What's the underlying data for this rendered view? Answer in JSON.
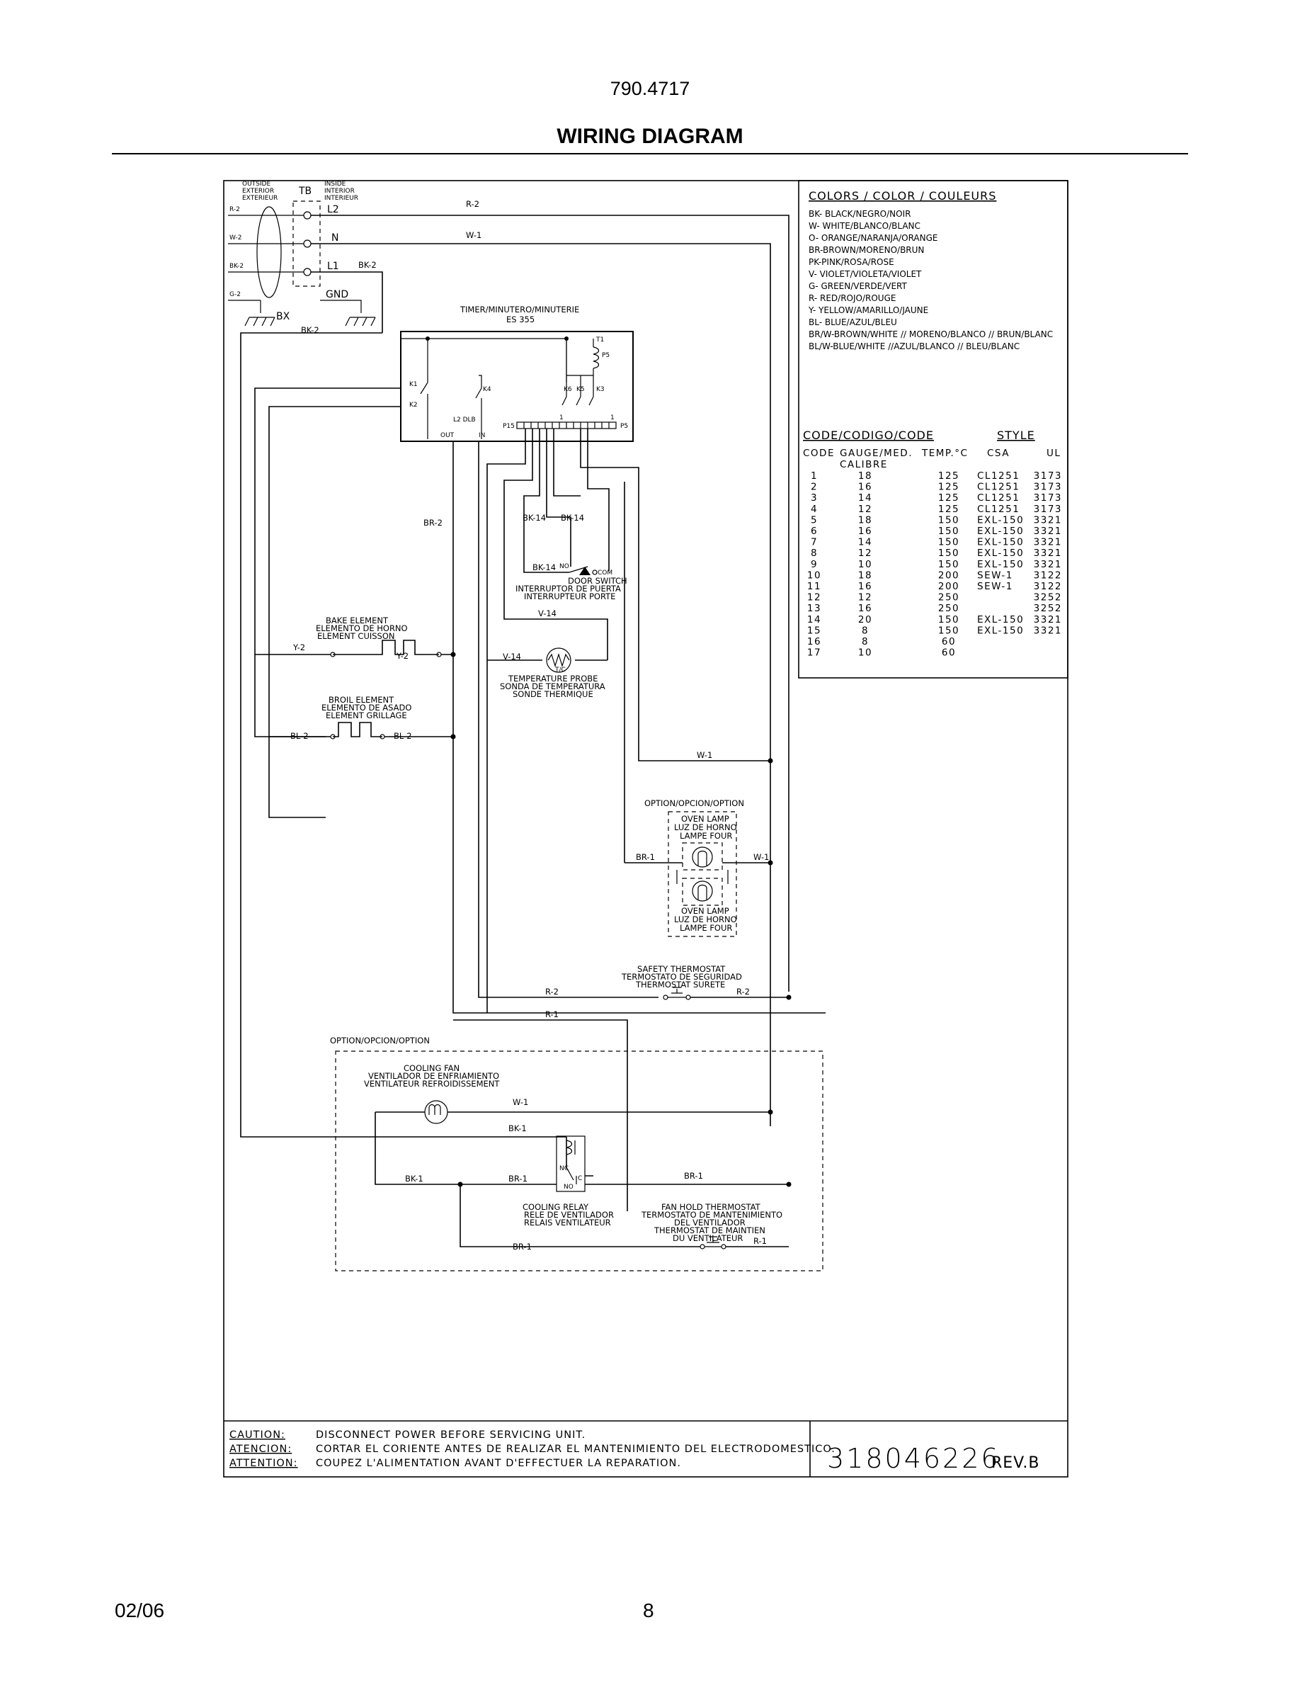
{
  "page": {
    "model": "790.4717",
    "title": "WIRING DIAGRAM",
    "date": "02/06",
    "page_number": "8"
  },
  "terminal_block": {
    "outside": [
      "OUTSIDE",
      "EXTERIOR",
      "EXTERIEUR"
    ],
    "tb": "TB",
    "inside": [
      "INSIDE",
      "INTERIOR",
      "INTERIEUR"
    ],
    "l2": "L2",
    "n": "N",
    "l1": "L1",
    "gnd": "GND",
    "bx": "BX",
    "left_labels": [
      "R-2",
      "W-2",
      "BK-2",
      "G-2"
    ]
  },
  "wires": {
    "r2_top": "R-2",
    "w1_top": "W-1",
    "bk2_l1": "BK-2",
    "bk2_bottom": "BK-2",
    "br2": "BR-2",
    "bk14_a": "BK-14",
    "bk14_b": "BK-14",
    "bk14_c": "BK-14",
    "v14_a": "V-14",
    "v14_b": "V-14",
    "y2_a": "Y-2",
    "y2_b": "Y-2",
    "bl2_a": "BL-2",
    "bl2_b": "BL-2",
    "w1_right": "W-1",
    "br1_lamp": "BR-1",
    "w1_lamp": "W-1",
    "r2_safety_a": "R-2",
    "r2_safety_b": "R-2",
    "r1": "R-1",
    "w1_fan": "W-1",
    "bk1_fan": "BK-1",
    "bk1_relay": "BK-1",
    "br1_relay": "BR-1",
    "br1_right": "BR-1",
    "br1_bottom": "BR-1",
    "r1_bottom": "R-1"
  },
  "timer": {
    "title": "TIMER/MINUTERO/MINUTERIE",
    "model": "ES 355",
    "k1": "K1",
    "k2": "K2",
    "k4": "K4",
    "k6": "K6",
    "k5": "K5",
    "t1": "T1",
    "p5_coil": "P5",
    "l2_dlb": "L2 DLB",
    "out": "OUT",
    "in": "IN",
    "p15": "P15",
    "p5": "P5",
    "pin1a": "1",
    "pin1b": "1"
  },
  "components": {
    "door_switch": [
      "DOOR SWITCH",
      "INTERRUPTOR DE PUERTA",
      "INTERRUPTEUR PORTE"
    ],
    "com": "COM",
    "no": "NO",
    "temperature_probe": [
      "TEMPERATURE PROBE",
      "SONDA DE TEMPERATURA",
      "SONDE THERMIQUE"
    ],
    "bake_element": [
      "BAKE ELEMENT",
      "ELEMENTO DE HORNO",
      "ELEMENT CUISSON"
    ],
    "broil_element": [
      "BROIL ELEMENT",
      "ELEMENTO DE ASADO",
      "ELEMENT GRILLAGE"
    ],
    "option_lamp": "OPTION/OPCION/OPTION",
    "oven_lamp_top": [
      "OVEN LAMP",
      "LUZ DE HORNO",
      "LAMPE FOUR"
    ],
    "oven_lamp_bottom": [
      "OVEN LAMP",
      "LUZ DE HORNO",
      "LAMPE FOUR"
    ],
    "safety_thermostat": [
      "SAFETY THERMOSTAT",
      "TERMOSTATO DE SEGURIDAD",
      "THERMOSTAT SURETE"
    ],
    "option_fan": "OPTION/OPCION/OPTION",
    "cooling_fan": [
      "COOLING FAN",
      "VENTILADOR DE ENFRIAMIENTO",
      "VENTILATEUR REFROIDISSEMENT"
    ],
    "cooling_relay": [
      "COOLING RELAY",
      "RELE DE VENTILADOR",
      "RELAIS VENTILATEUR"
    ],
    "relay_nc": "NC",
    "relay_c": "C",
    "relay_no": "NO",
    "fan_hold_thermostat": [
      "FAN HOLD THERMOSTAT",
      "TERMOSTATO DE MANTENIMIENTO",
      "DEL VENTILADOR",
      "THERMOSTAT DE MAINTIEN",
      "DU VENTILATEUR"
    ]
  },
  "colors_legend": {
    "title": "COLORS / COLOR / COULEURS",
    "items": [
      "BK- BLACK/NEGRO/NOIR",
      "W- WHITE/BLANCO/BLANC",
      "O- ORANGE/NARANJA/ORANGE",
      "BR-BROWN/MORENO/BRUN",
      "PK-PINK/ROSA/ROSE",
      "V- VIOLET/VIOLETA/VIOLET",
      "G- GREEN/VERDE/VERT",
      "R- RED/ROJO/ROUGE",
      "Y- YELLOW/AMARILLO/JAUNE",
      "BL- BLUE/AZUL/BLEU",
      "BR/W-BROWN/WHITE // MORENO/BLANCO // BRUN/BLANC",
      "BL/W-BLUE/WHITE //AZUL/BLANCO // BLEU/BLANC"
    ]
  },
  "code_table": {
    "title": "CODE/CODIGO/CODE",
    "style": "STYLE",
    "headers": [
      "CODE",
      "GAUGE/MED.",
      "TEMP.°C",
      "CSA",
      "UL"
    ],
    "calibre": "CALIBRE",
    "rows": [
      [
        "1",
        "18",
        "125",
        "CL1251",
        "3173"
      ],
      [
        "2",
        "16",
        "125",
        "CL1251",
        "3173"
      ],
      [
        "3",
        "14",
        "125",
        "CL1251",
        "3173"
      ],
      [
        "4",
        "12",
        "125",
        "CL1251",
        "3173"
      ],
      [
        "5",
        "18",
        "150",
        "EXL-150",
        "3321"
      ],
      [
        "6",
        "16",
        "150",
        "EXL-150",
        "3321"
      ],
      [
        "7",
        "14",
        "150",
        "EXL-150",
        "3321"
      ],
      [
        "8",
        "12",
        "150",
        "EXL-150",
        "3321"
      ],
      [
        "9",
        "10",
        "150",
        "EXL-150",
        "3321"
      ],
      [
        "10",
        "18",
        "200",
        "SEW-1",
        "3122"
      ],
      [
        "11",
        "16",
        "200",
        "SEW-1",
        "3122"
      ],
      [
        "12",
        "12",
        "250",
        "",
        "3252"
      ],
      [
        "13",
        "16",
        "250",
        "",
        "3252"
      ],
      [
        "14",
        "20",
        "150",
        "EXL-150",
        "3321"
      ],
      [
        "15",
        "8",
        "150",
        "EXL-150",
        "3321"
      ],
      [
        "16",
        "8",
        "60",
        "",
        ""
      ],
      [
        "17",
        "10",
        "60",
        "",
        ""
      ]
    ]
  },
  "footer": {
    "caution_label": "CAUTION:",
    "caution_text": "DISCONNECT POWER BEFORE SERVICING UNIT.",
    "atencion_label": "ATENCION:",
    "atencion_text": "CORTAR EL CORIENTE ANTES DE REALIZAR EL MANTENIMIENTO DEL ELECTRODOMESTICO.",
    "attention_label": "ATTENTION:",
    "attention_text": "COUPEZ L'ALIMENTATION AVANT D'EFFECTUER LA REPARATION.",
    "part_number": "318046226",
    "revision": "REV.B"
  }
}
